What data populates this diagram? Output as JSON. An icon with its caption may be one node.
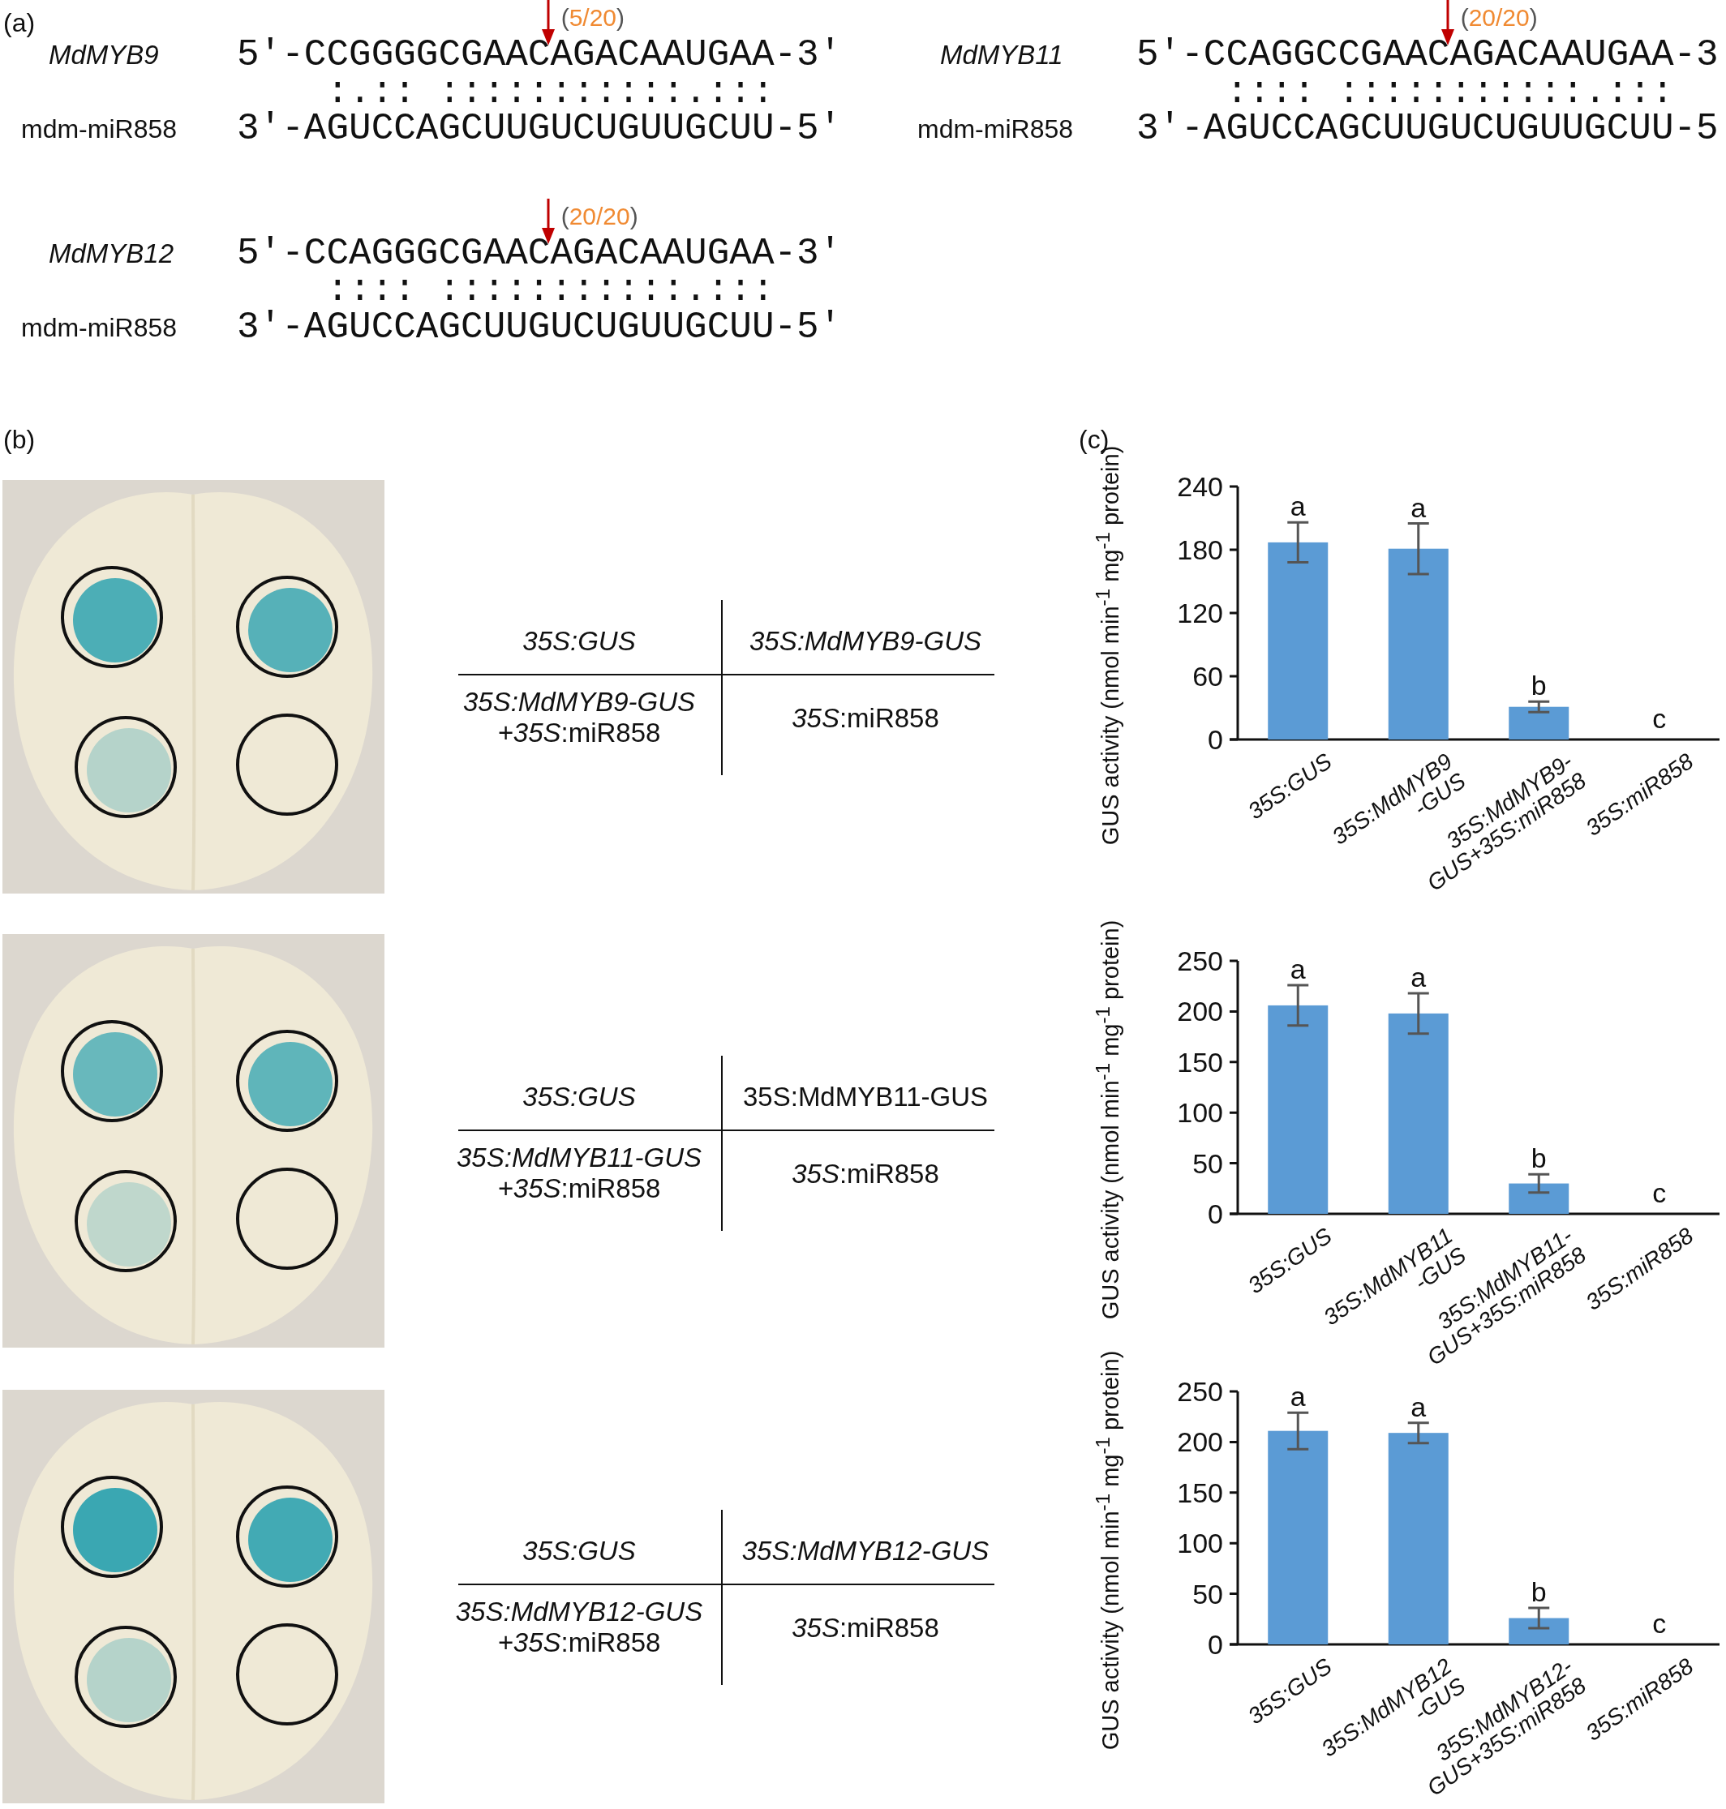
{
  "diagram": {
    "labels": [
      "(a)",
      "(5/20)",
      "MdMYB9",
      "5′-CCGGGGCGAACAGACAAUGAA-3′",
      ":.:: :::::::::::.:::",
      "mdm-miR858",
      "3′-AGUCCAGCUUGUCUGUUGCUU-5′",
      "(20/20)",
      "MdMYB11",
      "5′-CCAGGCCGAACAGACAAUGAA-3′",
      ":::: :::::::::::.:::",
      "mdm-miR858",
      "3′-AGUCCAGCUUGUCUGUUGCUU-5′",
      "(20/20)",
      "MdMYB12",
      "5′-CCAGGGCGAACAGACAAUGAA-3′",
      ":::: :::::::::::.:::",
      "mdm-miR858",
      "3′-AGUCCAGCUUGUCUGUUGCUU-5′",
      "(b)",
      "35S:GUS",
      "35S:MdMYB9-GUS",
      "*35S:MdMYB9-GUS +35S*:miR858",
      "*35S*:miR858",
      "35S:GUS",
      "35S:MdMYB11-GUS",
      "*35S:MdMYB11-GUS +35S*:miR858",
      "*35S*:miR858",
      "35S:GUS",
      "35S:MdMYB12-GUS",
      "*35S:MdMYB12-GUS +35S*:miR858",
      "*35S*:miR858",
      "(c)"
    ],
    "chart_data": [
      {
        "type": "bar",
        "ylabel": "GUS activity (nmol min$^{-1}$ mg$^{-1}$ protein)",
        "categories": [
          "35S:GUS",
          "35S:MdMYB9 -GUS",
          "35S:MdMYB9- GUS+35S:miR858",
          "35S:miR858"
        ],
        "series": [
          {
            "color": "#5b9bd5",
            "values": [
              187,
              181,
              31,
              0
            ],
            "errors": [
              19,
              24,
              5,
              0
            ]
          }
        ],
        "ylim": [
          0,
          240
        ],
        "yticks": [
          0,
          60,
          120,
          180,
          240
        ],
        "annotations": [
          "a",
          "a",
          "b",
          "c"
        ]
      },
      {
        "type": "bar",
        "ylabel": "GUS activity (nmol min$^{-1}$ mg$^{-1}$ protein)",
        "categories": [
          "35S:GUS",
          "35S:MdMYB11 -GUS",
          "35S:MdMYB11- GUS+35S:miR858",
          "35S:miR858"
        ],
        "series": [
          {
            "color": "#5b9bd5",
            "values": [
              206,
              198,
              30,
              0
            ],
            "errors": [
              20,
              20,
              9,
              0
            ]
          }
        ],
        "ylim": [
          0,
          250
        ],
        "yticks": [
          0,
          50,
          100,
          150,
          200,
          250
        ],
        "annotations": [
          "a",
          "a",
          "b",
          "c"
        ]
      },
      {
        "type": "bar",
        "ylabel": "GUS activity (nmol min$^{-1}$ mg$^{-1}$ protein)",
        "categories": [
          "35S:GUS",
          "35S:MdMYB12 -GUS",
          "35S:MdMYB12- GUS+35S:miR858",
          "35S:miR858"
        ],
        "series": [
          {
            "color": "#5b9bd5",
            "values": [
              211,
              209,
              26,
              0
            ],
            "errors": [
              18,
              10,
              10,
              0
            ]
          }
        ],
        "ylim": [
          0,
          250
        ],
        "yticks": [
          0,
          50,
          100,
          150,
          200,
          250
        ],
        "annotations": [
          "a",
          "a",
          "b",
          "c"
        ]
      }
    ]
  }
}
